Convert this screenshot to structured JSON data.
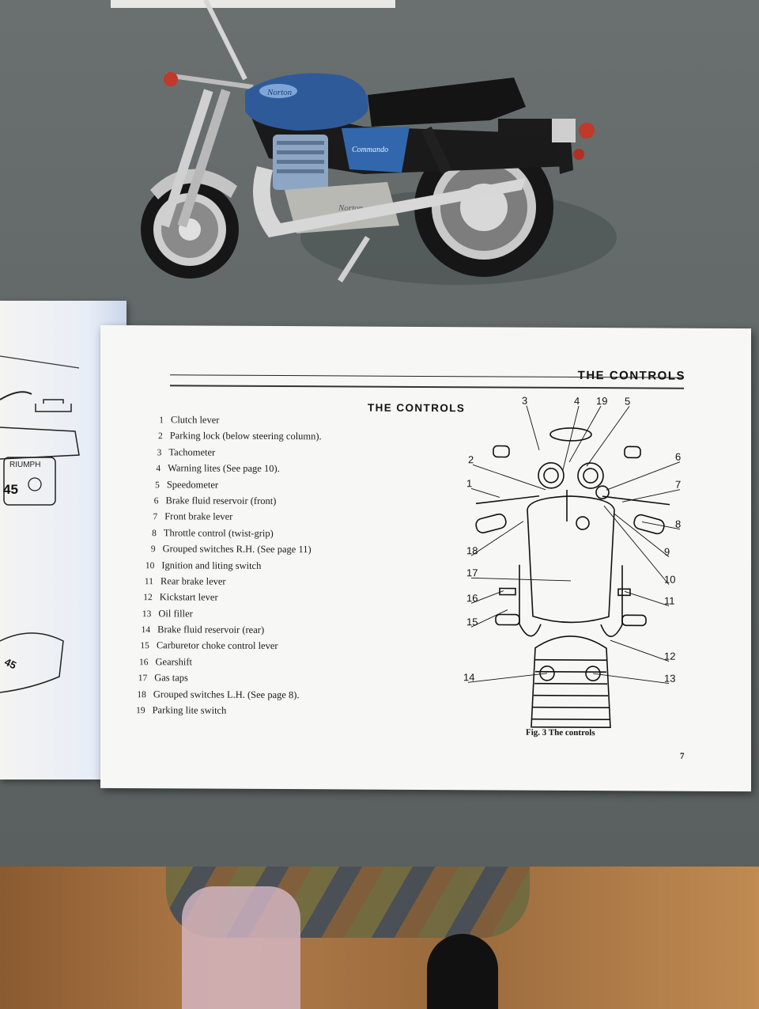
{
  "scene": {
    "description_colors": {
      "table": "#626868",
      "page": "#f7f7f5",
      "tank": "#2f5a9a",
      "floor": "#b07a48"
    }
  },
  "booklet": {
    "running_head": "THE CONTROLS",
    "section_title": "THE CONTROLS",
    "page_number": "7",
    "controls": [
      {
        "num": "1",
        "text": "Clutch lever"
      },
      {
        "num": "2",
        "text": "Parking lock (below steering column)."
      },
      {
        "num": "3",
        "text": "Tachometer"
      },
      {
        "num": "4",
        "text": "Warning lites (See page 10)."
      },
      {
        "num": "5",
        "text": "Speedometer"
      },
      {
        "num": "6",
        "text": "Brake fluid reservoir (front)"
      },
      {
        "num": "7",
        "text": "Front brake lever"
      },
      {
        "num": "8",
        "text": "Throttle control (twist-grip)"
      },
      {
        "num": "9",
        "text": "Grouped switches R.H. (See page 11)"
      },
      {
        "num": "10",
        "text": "Ignition and liting switch"
      },
      {
        "num": "11",
        "text": "Rear brake lever"
      },
      {
        "num": "12",
        "text": "Kickstart lever"
      },
      {
        "num": "13",
        "text": "Oil filler"
      },
      {
        "num": "14",
        "text": "Brake fluid reservoir (rear)"
      },
      {
        "num": "15",
        "text": "Carburetor choke control lever"
      },
      {
        "num": "16",
        "text": "Gearshift"
      },
      {
        "num": "17",
        "text": "Gas taps"
      },
      {
        "num": "18",
        "text": "Grouped switches L.H. (See page 8)."
      },
      {
        "num": "19",
        "text": "Parking lite switch"
      }
    ],
    "figure": {
      "caption": "Fig. 3 The controls",
      "callouts": [
        "3",
        "4",
        "19",
        "5",
        "2",
        "6",
        "1",
        "7",
        "8",
        "18",
        "9",
        "17",
        "10",
        "16",
        "11",
        "15",
        "12",
        "14",
        "13"
      ]
    },
    "left_page": {
      "plate_text_1": "RIUMPH",
      "plate_text_2": "45",
      "plate_text_3": "45"
    }
  },
  "model": {
    "tank_logo": "Norton",
    "side_panel": "Commando",
    "case_logo": "Norton"
  }
}
